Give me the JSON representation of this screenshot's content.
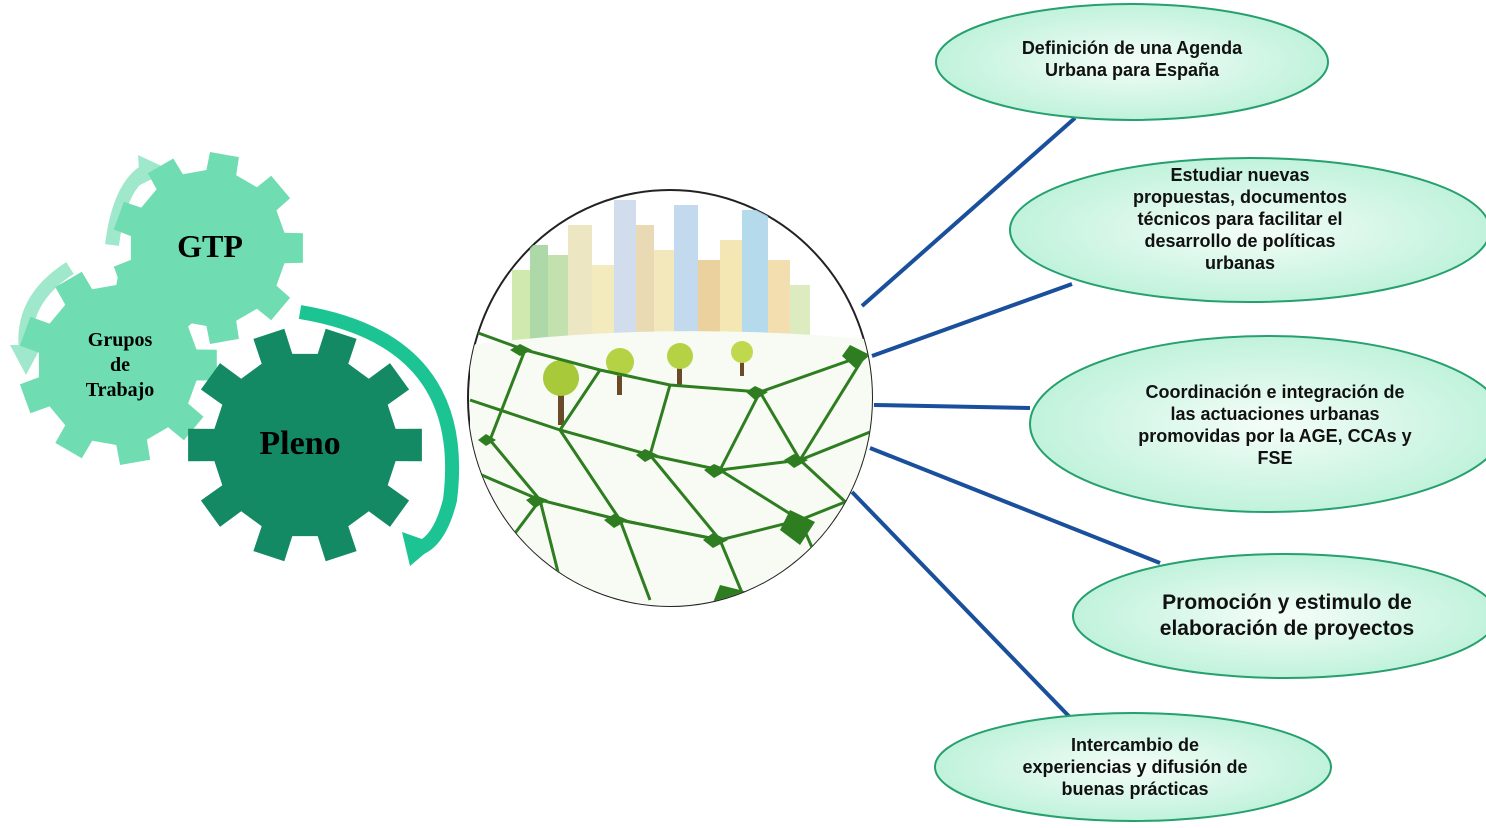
{
  "gears": {
    "gtp": "GTP",
    "grupos_line1": "Grupos",
    "grupos_line2": "de",
    "grupos_line3": "Trabajo",
    "pleno": "Pleno"
  },
  "goals": [
    {
      "lines": [
        "Definición de una Agenda",
        "Urbana para España"
      ]
    },
    {
      "lines": [
        "Estudiar nuevas",
        "propuestas, documentos",
        "técnicos para facilitar el",
        "desarrollo de políticas",
        "urbanas"
      ]
    },
    {
      "lines": [
        "Coordinación e integración de",
        "las actuaciones urbanas",
        "promovidas por la AGE, CCAs y",
        "FSE"
      ]
    },
    {
      "lines": [
        "Promoción y estimulo de",
        "elaboración de proyectos"
      ]
    },
    {
      "lines": [
        "Intercambio de",
        "experiencias y difusión de",
        "buenas prácticas"
      ]
    }
  ],
  "colors": {
    "gear_light": "#6fdcb2",
    "gear_dark": "#138a64",
    "arrow_light": "#9fe8cc",
    "arrow_teal": "#1cc493",
    "oval_fill_center": "#f4fdf8",
    "oval_fill_edge": "#b6f0d6",
    "oval_stroke": "#25a06e",
    "connector": "#1a4f9c",
    "network": "#2e7d20"
  }
}
